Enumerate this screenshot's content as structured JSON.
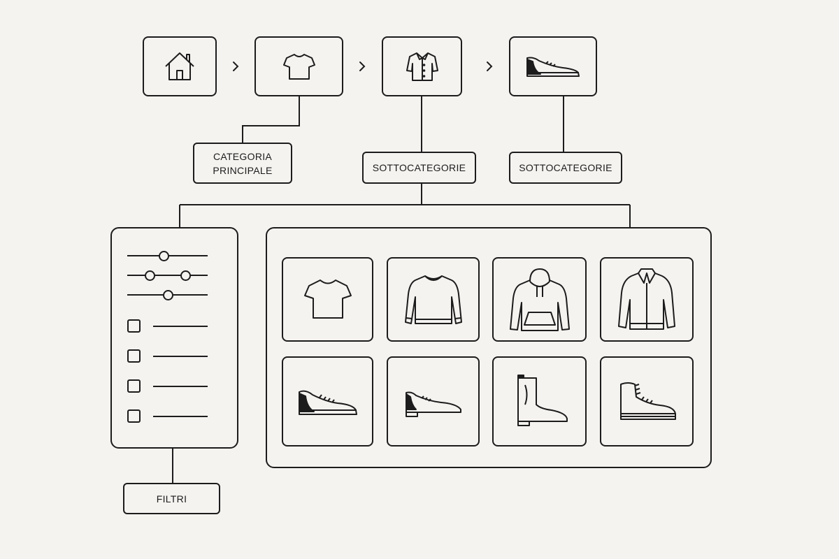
{
  "breadcrumb": {
    "steps": [
      {
        "icon": "home-icon"
      },
      {
        "icon": "tshirt-icon"
      },
      {
        "icon": "shirt-icon"
      },
      {
        "icon": "sneaker-icon"
      }
    ],
    "separator_icon": "chevron-right-icon"
  },
  "labels": {
    "main_category": "CATEGORIA\nPRINCIPALE",
    "subcategories_1": "SOTTOCATEGORIE",
    "subcategories_2": "SOTTOCATEGORIE",
    "filters": "FILTRI"
  },
  "filters_panel": {
    "sliders": [
      {
        "knobs": [
          0.45
        ]
      },
      {
        "knobs": [
          0.28,
          0.72
        ]
      },
      {
        "knobs": [
          0.5
        ]
      }
    ],
    "checkboxes": [
      {
        "checked": false
      },
      {
        "checked": false
      },
      {
        "checked": false
      },
      {
        "checked": false
      }
    ]
  },
  "product_grid": {
    "items": [
      {
        "icon": "tshirt-icon"
      },
      {
        "icon": "sweater-icon"
      },
      {
        "icon": "hoodie-icon"
      },
      {
        "icon": "jacket-icon"
      },
      {
        "icon": "sneaker-icon"
      },
      {
        "icon": "dress-shoe-icon"
      },
      {
        "icon": "boot-icon"
      },
      {
        "icon": "high-top-sneaker-icon"
      }
    ]
  },
  "colors": {
    "stroke": "#1c1c1c",
    "background": "#f5f3f0"
  }
}
